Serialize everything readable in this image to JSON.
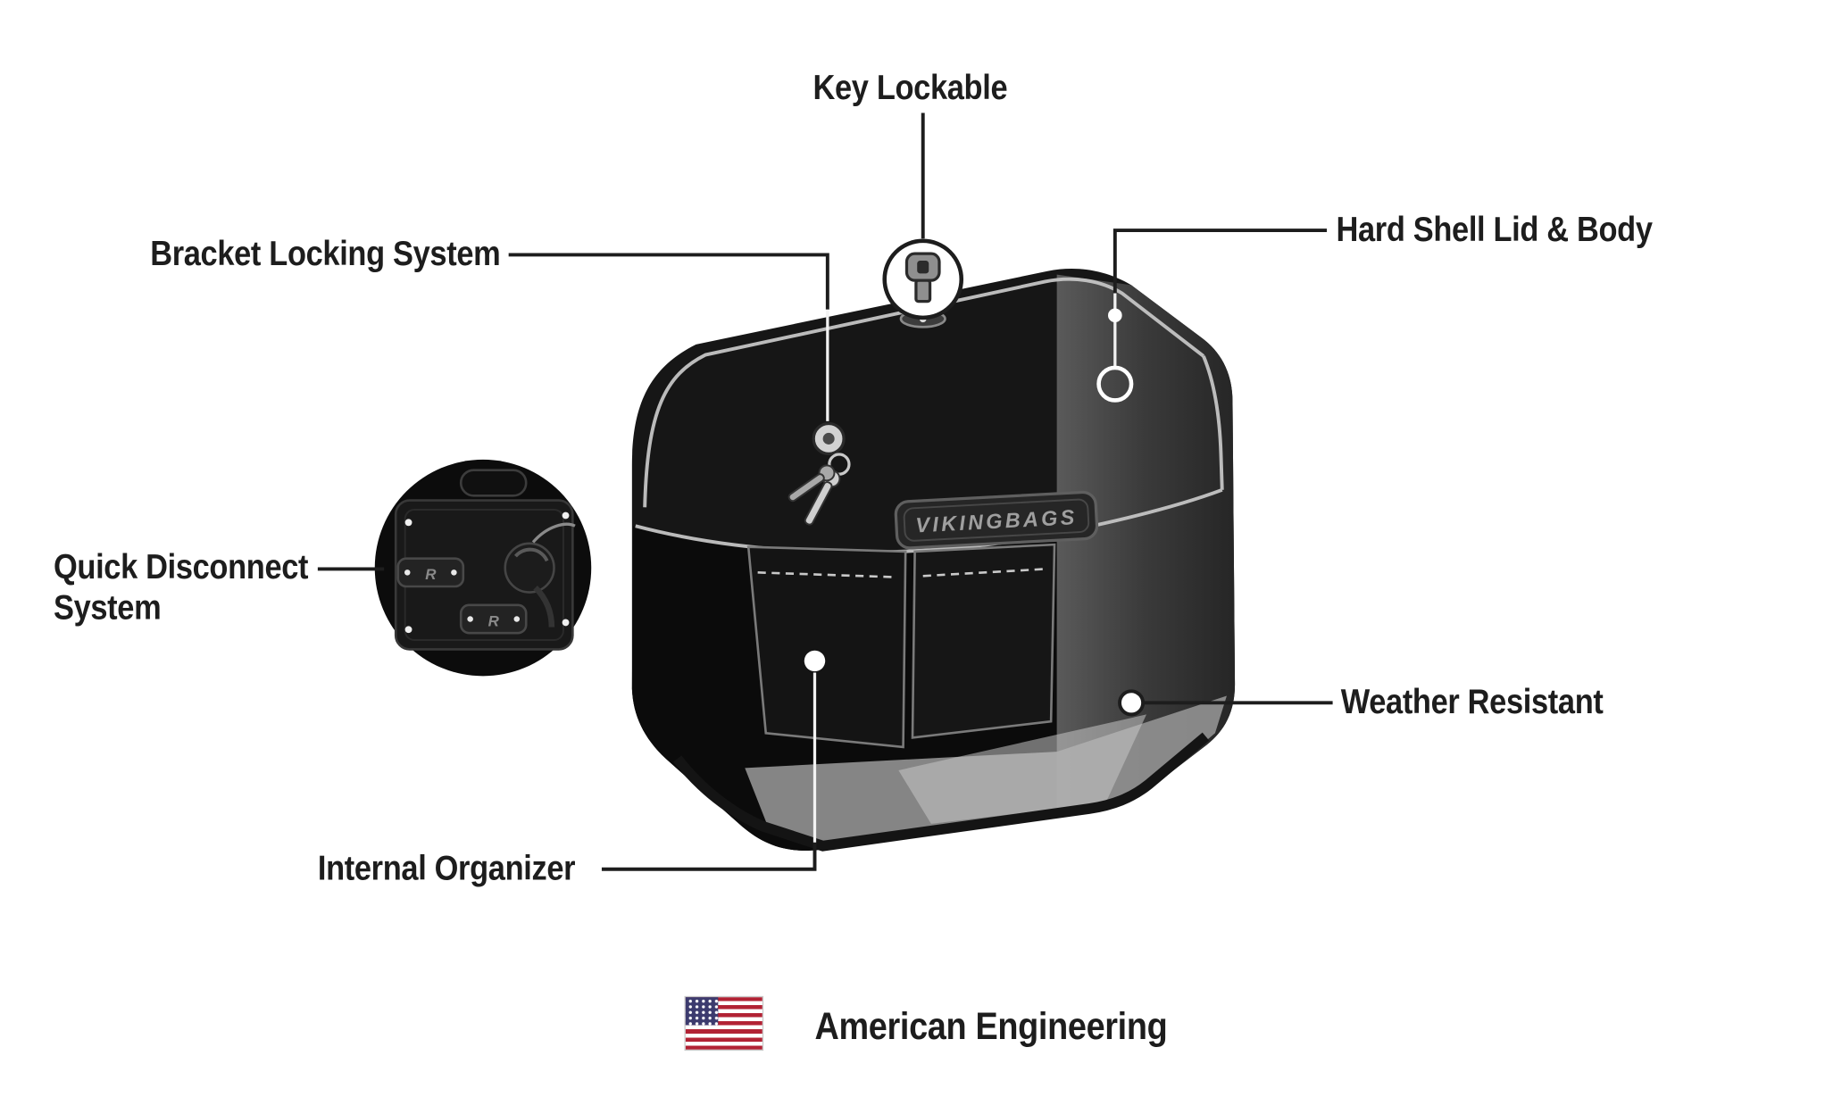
{
  "labels": {
    "key_lockable": "Key Lockable",
    "bracket_locking": "Bracket Locking System",
    "hard_shell": "Hard Shell Lid & Body",
    "quick_disconnect": "Quick Disconnect\nSystem",
    "weather_resistant": "Weather Resistant",
    "internal_organizer": "Internal Organizer",
    "american_engineering": "American Engineering"
  },
  "illustration": {
    "logo": "VIKINGBAGS",
    "bracket_mark": "R"
  },
  "icons": {
    "flag": "us-flag-icon",
    "key": "key-icon",
    "lock": "lock-keyhole-icon"
  },
  "colors": {
    "text": "#1d1d1d",
    "callout_line": "#1d1d1d",
    "bag_body": "#161616",
    "panel_gray": "#3a3a3a",
    "floor_gray": "#909090",
    "flag_red": "#b22234",
    "flag_white": "#ffffff",
    "flag_blue": "#3c3b6e"
  }
}
